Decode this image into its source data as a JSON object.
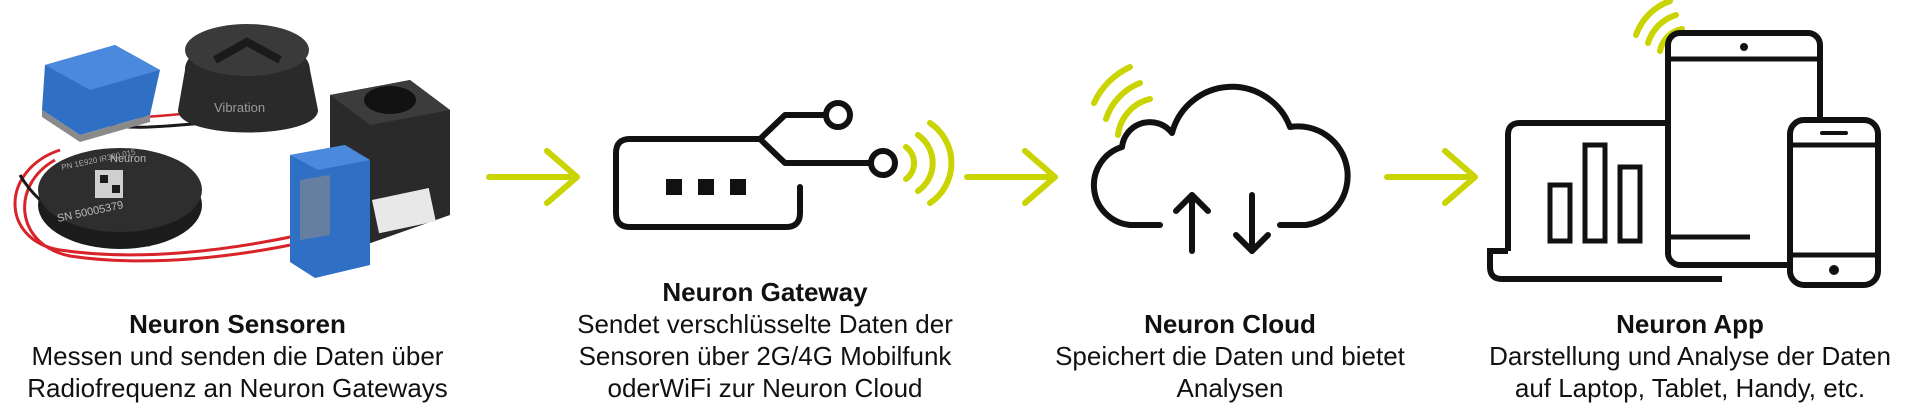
{
  "steps": [
    {
      "title": "Neuron Sensoren",
      "lines": [
        "Messen und senden die Daten über",
        "Radiofrequenz an Neuron Gateways"
      ]
    },
    {
      "title": "Neuron Gateway",
      "lines": [
        "Sendet verschlüsselte Daten der",
        "Sensoren über 2G/4G Mobilfunk",
        "oderWiFi zur Neuron Cloud"
      ]
    },
    {
      "title": "Neuron Cloud",
      "lines": [
        "Speichert die Daten und bietet",
        "Analysen"
      ]
    },
    {
      "title": "Neuron App",
      "lines": [
        "Darstellung und Analyse der Daten",
        "auf Laptop, Tablet, Handy, etc."
      ]
    }
  ],
  "sensor_labels": {
    "vibration": "Vibration",
    "neuron": "Neuron",
    "sn": "SN 50005379",
    "pn": "PN 1E920 IR380 015"
  },
  "colors": {
    "accent": "#c9d400",
    "ink": "#111111",
    "sensor_blue": "#2f6fc4",
    "sensor_dark": "#2a2a2a",
    "cable_red": "#d8232a"
  },
  "icons": [
    "sensors-photo",
    "arrow-right-icon",
    "gateway-icon",
    "wifi-signal-icon",
    "cloud-icon",
    "upload-arrow-icon",
    "download-arrow-icon",
    "devices-icon",
    "bar-chart-icon"
  ]
}
